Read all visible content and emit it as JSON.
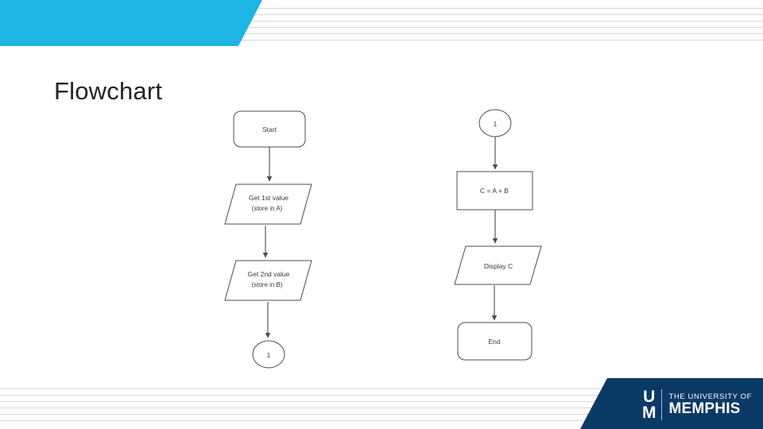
{
  "slide": {
    "title": "Flowchart",
    "accent_cyan": "#1eb4e4",
    "accent_navy": "#0b3a66"
  },
  "logo": {
    "monogram_top": "U",
    "monogram_bottom": "M",
    "line1": "THE UNIVERSITY OF",
    "line2": "MEMPHIS",
    "trademark": "®"
  },
  "chart_data": {
    "type": "diagram",
    "title": "Flowchart",
    "columns": [
      {
        "name": "left-column",
        "nodes": [
          {
            "id": "start",
            "shape": "terminator",
            "label": "Start"
          },
          {
            "id": "get-1st-value",
            "shape": "parallelogram",
            "label_line1": "Get 1st value",
            "label_line2": "(store in A)"
          },
          {
            "id": "get-2nd-value",
            "shape": "parallelogram",
            "label_line1": "Get 2nd value",
            "label_line2": "(store in B)"
          },
          {
            "id": "connector-1-out",
            "shape": "circle",
            "label": "1"
          }
        ],
        "edges": [
          {
            "from": "start",
            "to": "get-1st-value"
          },
          {
            "from": "get-1st-value",
            "to": "get-2nd-value"
          },
          {
            "from": "get-2nd-value",
            "to": "connector-1-out"
          }
        ]
      },
      {
        "name": "right-column",
        "nodes": [
          {
            "id": "connector-1-in",
            "shape": "circle",
            "label": "1"
          },
          {
            "id": "compute-c",
            "shape": "process",
            "label": "C = A + B"
          },
          {
            "id": "display-c",
            "shape": "parallelogram",
            "label": "Display C"
          },
          {
            "id": "end",
            "shape": "terminator",
            "label": "End"
          }
        ],
        "edges": [
          {
            "from": "connector-1-in",
            "to": "compute-c"
          },
          {
            "from": "compute-c",
            "to": "display-c"
          },
          {
            "from": "display-c",
            "to": "end"
          }
        ]
      }
    ]
  }
}
